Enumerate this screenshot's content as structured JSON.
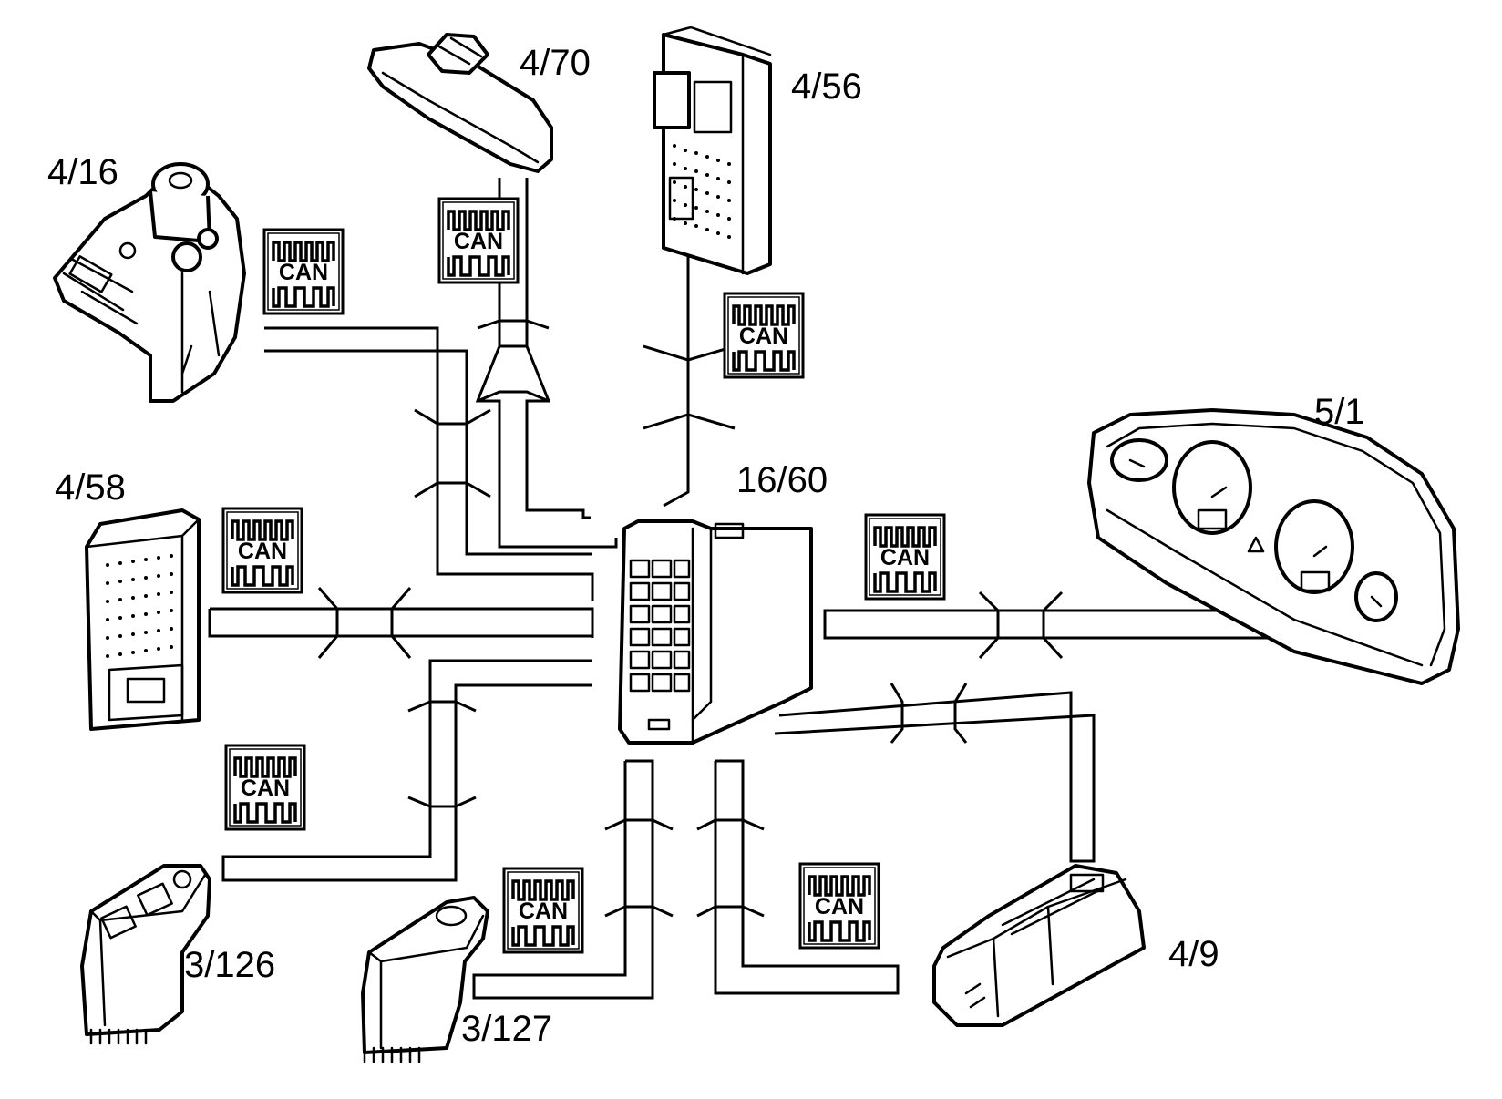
{
  "central_module": {
    "label": "16/60"
  },
  "components": [
    {
      "id": "4_70",
      "label": "4/70"
    },
    {
      "id": "4_56",
      "label": "4/56"
    },
    {
      "id": "4_16",
      "label": "4/16"
    },
    {
      "id": "4_58",
      "label": "4/58"
    },
    {
      "id": "5_1",
      "label": "5/1"
    },
    {
      "id": "3_126",
      "label": "3/126"
    },
    {
      "id": "3_127",
      "label": "3/127"
    },
    {
      "id": "4_9",
      "label": "4/9"
    }
  ],
  "bus_symbol": {
    "text": "CAN"
  }
}
